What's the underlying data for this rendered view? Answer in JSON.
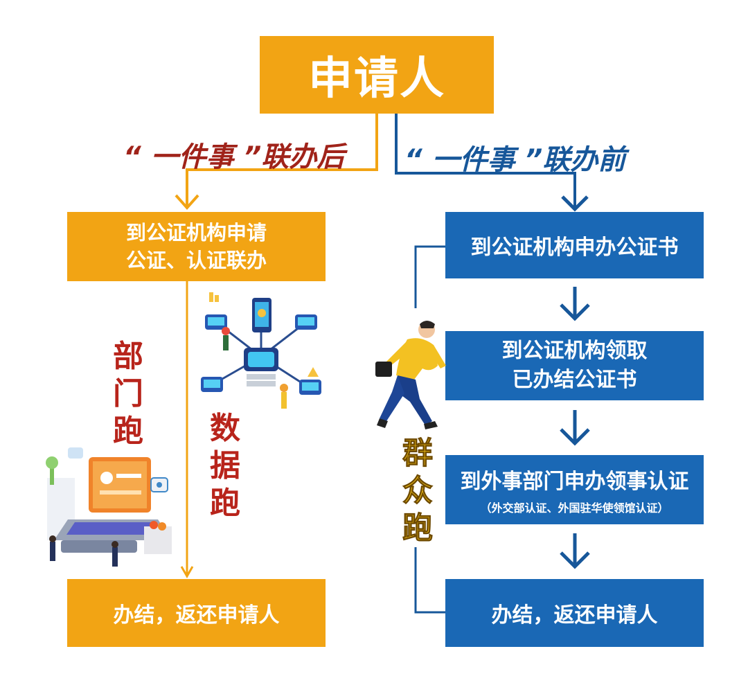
{
  "root": {
    "label": "申请人"
  },
  "branches": {
    "after": {
      "label": "“ 一件事 ”联办后"
    },
    "before": {
      "label": "“ 一件事 ”联办前"
    }
  },
  "after_steps": {
    "step1_line1": "到公证机构申请",
    "step1_line2": "公证、认证联办",
    "step2": "办结，返还申请人"
  },
  "before_steps": {
    "step1": "到公证机构申办公证书",
    "step2_line1": "到公证机构领取",
    "step2_line2": "已办结公证书",
    "step3": "到外事部门申办领事认证",
    "step3_sub": "（外交部认证、外国驻华使领馆认证）",
    "step4": "办结，返还申请人"
  },
  "side_labels": {
    "department_runs": "部门跑",
    "data_runs": "数据跑",
    "public_runs": "群众跑"
  },
  "colors": {
    "orange": "#f2a414",
    "blue": "#1a68b5",
    "red_text": "#a0231a",
    "blue_text": "#17579a",
    "yellow_text": "#f3c117"
  }
}
